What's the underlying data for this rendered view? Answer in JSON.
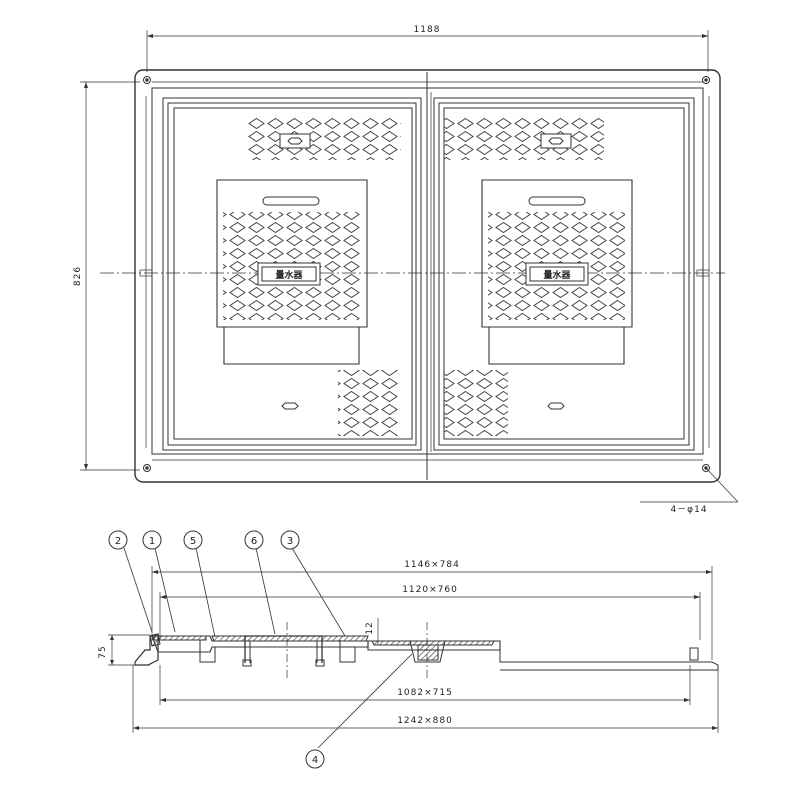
{
  "plan_view": {
    "width_label": "1188",
    "height_label": "826",
    "hole_label": "4－φ14",
    "lid_marking": "量水器"
  },
  "section_view": {
    "dims": {
      "d1146": "1146×784",
      "d1120": "1120×760",
      "d1082": "1082×715",
      "d1242": "1242×880",
      "height": "75",
      "thickness": "12"
    },
    "callouts": [
      "2",
      "1",
      "5",
      "6",
      "3",
      "4"
    ]
  }
}
